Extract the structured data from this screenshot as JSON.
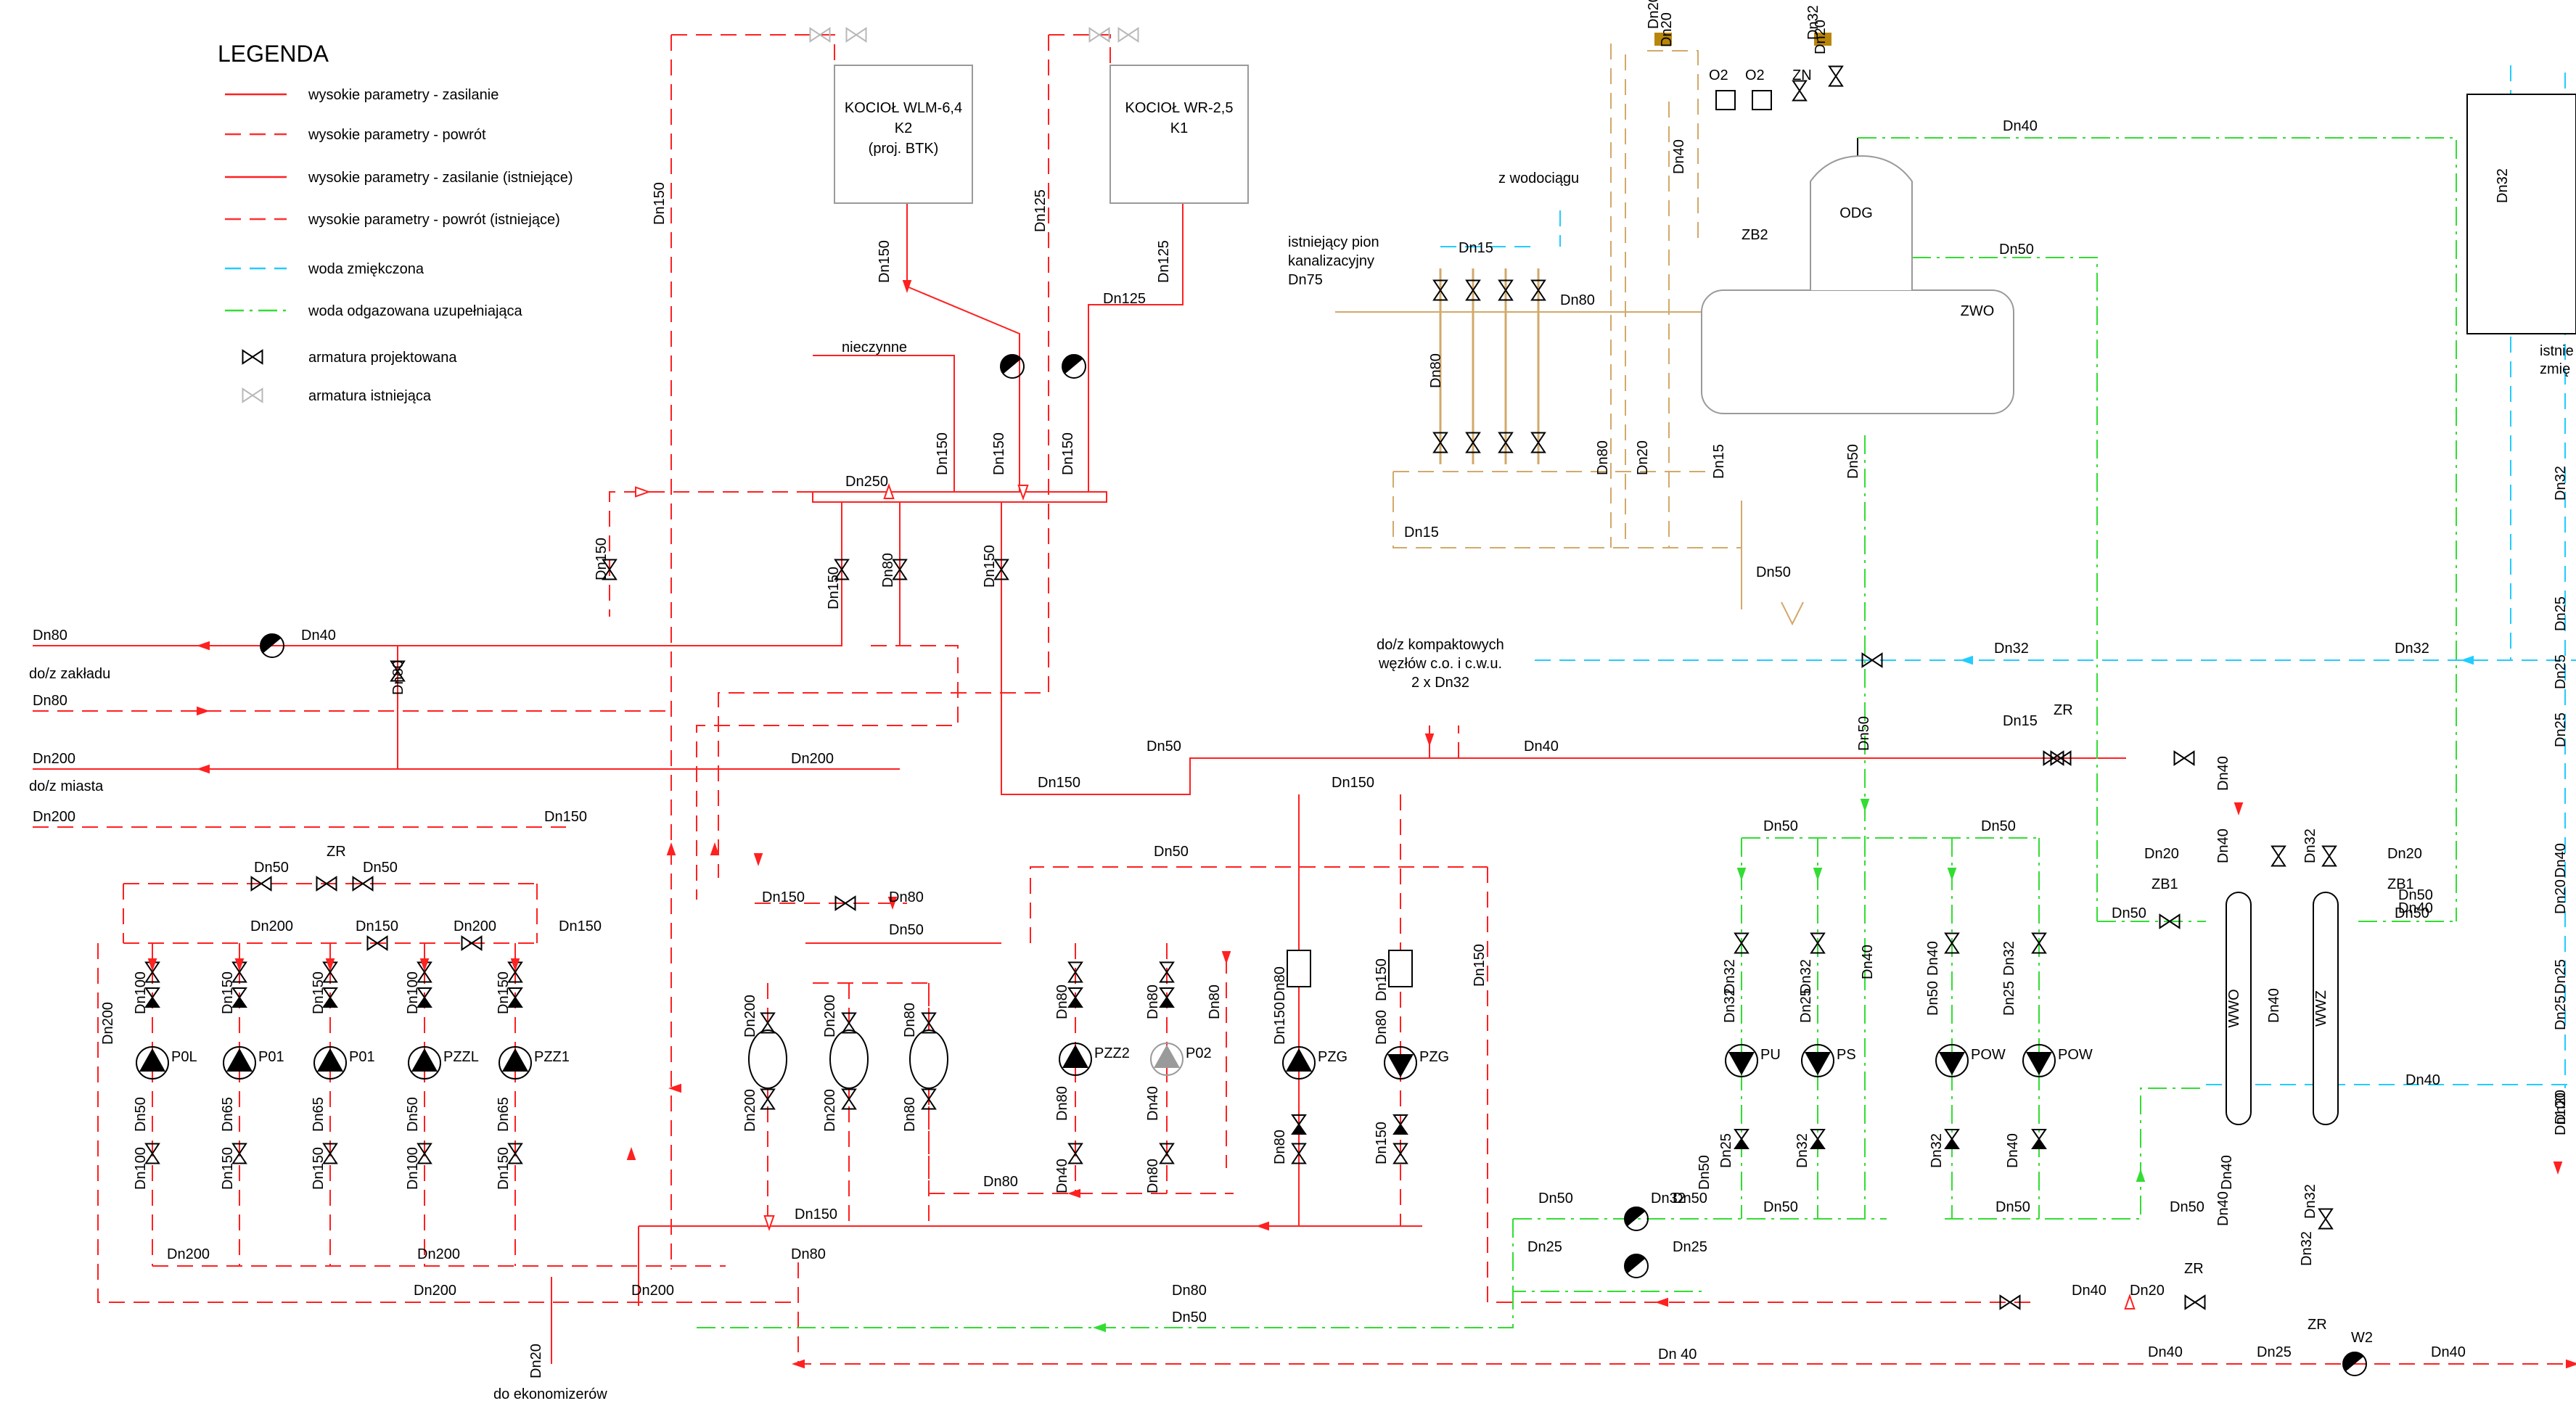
{
  "colors": {
    "supply": "#ff2020",
    "supply_dark": "#e00000",
    "return": "#ff3030",
    "soft_water": "#22ccff",
    "degassed": "#33dd33",
    "sewer": "#d2a96a",
    "equip": "#000000",
    "existing": "#9a9a9a",
    "ochre": "#b8860b"
  },
  "legend": {
    "title": "LEGENDA",
    "items": [
      {
        "label": "wysokie parametry - zasilanie",
        "style": "supply-solid"
      },
      {
        "label": "wysokie parametry - powrót",
        "style": "return-dash"
      },
      {
        "label": "wysokie parametry - zasilanie (istniejące)",
        "style": "supply-solid"
      },
      {
        "label": "wysokie parametry - powrót (istniejące)",
        "style": "return-dash"
      },
      {
        "label": "woda zmiękczona",
        "style": "soft-dash"
      },
      {
        "label": "woda odgazowana uzupełniająca",
        "style": "degassed-dashdot"
      },
      {
        "label": "armatura projektowana",
        "style": "valve-black"
      },
      {
        "label": "armatura istniejąca",
        "style": "valve-grey"
      }
    ]
  },
  "boilers": [
    {
      "lines": [
        "KOCIOŁ WLM-6,4",
        "K2",
        "(proj. BTK)"
      ]
    },
    {
      "lines": [
        "KOCIOŁ WR-2,5",
        "K1"
      ]
    }
  ],
  "tanks": {
    "odg": "ODG",
    "zwo": "ZWO"
  },
  "annotations": {
    "nieczynne": "nieczynne",
    "z_wodociagu": "z wodociągu",
    "kanalizacja": [
      "istniejący pion",
      "kanalizacyjny",
      "Dn75"
    ],
    "kompakt": [
      "do/z  kompaktowych",
      "węzłów c.o. i c.w.u.",
      "2 x Dn32"
    ],
    "zakladu": "do/z zakładu",
    "miasta": "do/z miasta",
    "ekonomizery": "do ekonomizerów",
    "istn_right": [
      "istnie",
      "zmię"
    ]
  },
  "pumps": [
    {
      "label": "P0L"
    },
    {
      "label": "P01"
    },
    {
      "label": "P01"
    },
    {
      "label": "PZZL"
    },
    {
      "label": "PZZ1"
    },
    {
      "label": "PZZ2"
    },
    {
      "label": "P02"
    },
    {
      "label": "PZG"
    },
    {
      "label": "PZG"
    },
    {
      "label": "PU"
    },
    {
      "label": "PS"
    },
    {
      "label": "POW"
    },
    {
      "label": "POW"
    }
  ],
  "instruments": [
    "O2",
    "O2",
    "ZN",
    "ZB2",
    "ZR",
    "ZR",
    "ZR",
    "ZB1",
    "ZB1",
    "W2",
    "ZR"
  ],
  "columns": {
    "wwo": "WWO",
    "wwz": "WWZ"
  },
  "pipe_labels": {
    "h": [
      "Dn80",
      "Dn40",
      "Dn80",
      "Dn200",
      "Dn200",
      "Dn200",
      "Dn150",
      "Dn250",
      "Dn125",
      "Dn50",
      "Dn50",
      "Dn200",
      "Dn150",
      "Dn200",
      "Dn150",
      "Dn150",
      "Dn80",
      "Dn50",
      "Dn50",
      "Dn150",
      "Dn50",
      "Dn40",
      "Dn80",
      "Dn150",
      "Dn150",
      "Dn200",
      "Dn200",
      "Dn80",
      "Dn200",
      "Dn200",
      "Dn80",
      "Dn50",
      "Dn 40",
      "Dn15",
      "Dn80",
      "Dn15",
      "Dn50",
      "Dn40",
      "Dn50",
      "Dn32",
      "Dn32",
      "Dn15",
      "Dn50",
      "Dn50",
      "Dn50",
      "Dn50",
      "Dn50",
      "Dn50",
      "Dn32",
      "Dn50",
      "Dn25",
      "Dn25",
      "Dn50",
      "Dn50",
      "Dn40",
      "Dn20",
      "Dn40",
      "Dn25",
      "Dn40",
      "Dn40",
      "Dn40",
      "Dn50",
      "Dn20",
      "Dn20"
    ],
    "v": [
      "Dn150",
      "Dn125",
      "Dn150",
      "Dn125",
      "Dn150",
      "Dn150",
      "Dn150",
      "Dn150",
      "Dn150",
      "Dn80",
      "Dn150",
      "Dn80",
      "Dn200",
      "Dn100",
      "Dn150",
      "Dn150",
      "Dn100",
      "Dn150",
      "Dn50",
      "Dn65",
      "Dn65",
      "Dn50",
      "Dn65",
      "Dn100",
      "Dn150",
      "Dn150",
      "Dn100",
      "Dn150",
      "Dn200",
      "Dn200",
      "Dn80",
      "Dn200",
      "Dn200",
      "Dn80",
      "Dn80",
      "Dn80",
      "Dn80",
      "Dn40",
      "Dn40",
      "Dn80",
      "Dn80",
      "Dn80",
      "Dn150",
      "Dn150",
      "Dn80",
      "Dn80",
      "Dn150",
      "Dn150",
      "Dn40",
      "Dn80",
      "Dn20",
      "Dn15",
      "Dn50",
      "Dn50",
      "Dn50",
      "Dn20",
      "Dn20",
      "Dn80",
      "Dn32",
      "Dn32",
      "Dn32",
      "Dn25",
      "Dn25",
      "Dn32",
      "Dn40",
      "Dn40",
      "Dn50",
      "Dn32",
      "Dn25",
      "Dn32",
      "Dn40",
      "Dn40",
      "Dn40",
      "Dn32",
      "Dn40",
      "Dn32",
      "Dn32",
      "Dn40",
      "Dn40",
      "Dn32",
      "Dn25",
      "Dn25",
      "Dn25",
      "Dn20",
      "Dn25",
      "Dn20",
      "Dn25",
      "Dn40",
      "Dn100",
      "Dn20",
      "Dn20",
      "Dn32",
      "Dn32"
    ]
  }
}
